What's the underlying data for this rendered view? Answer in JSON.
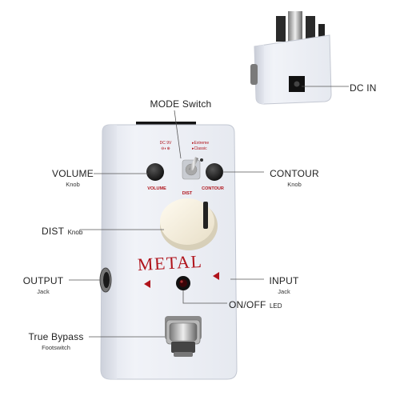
{
  "callouts": {
    "mode": {
      "main": "MODE Switch"
    },
    "volume": {
      "main": "VOLUME",
      "sub": "Knob"
    },
    "contour": {
      "main": "CONTOUR",
      "sub": "Knob"
    },
    "dist": {
      "main": "DIST",
      "small": "Knob"
    },
    "output": {
      "main": "OUTPUT",
      "sub": "Jack"
    },
    "input": {
      "main": "INPUT",
      "sub": "Jack"
    },
    "onoff": {
      "main": "ON/OFF",
      "small": "LED"
    },
    "bypass": {
      "main": "True Bypass",
      "sub": "Footswitch"
    },
    "dcin": {
      "main": "DC IN"
    }
  },
  "pedal": {
    "brand_text": "METAL",
    "power_label": "DC 9V",
    "mode_top": "Extreme",
    "mode_bottom": "Classic",
    "volume_label": "VOLUME",
    "dist_label": "DIST",
    "contour_label": "CONTOUR"
  },
  "colors": {
    "body": "#e8ecf3",
    "accent_red": "#b0141c",
    "line": "#555555"
  }
}
